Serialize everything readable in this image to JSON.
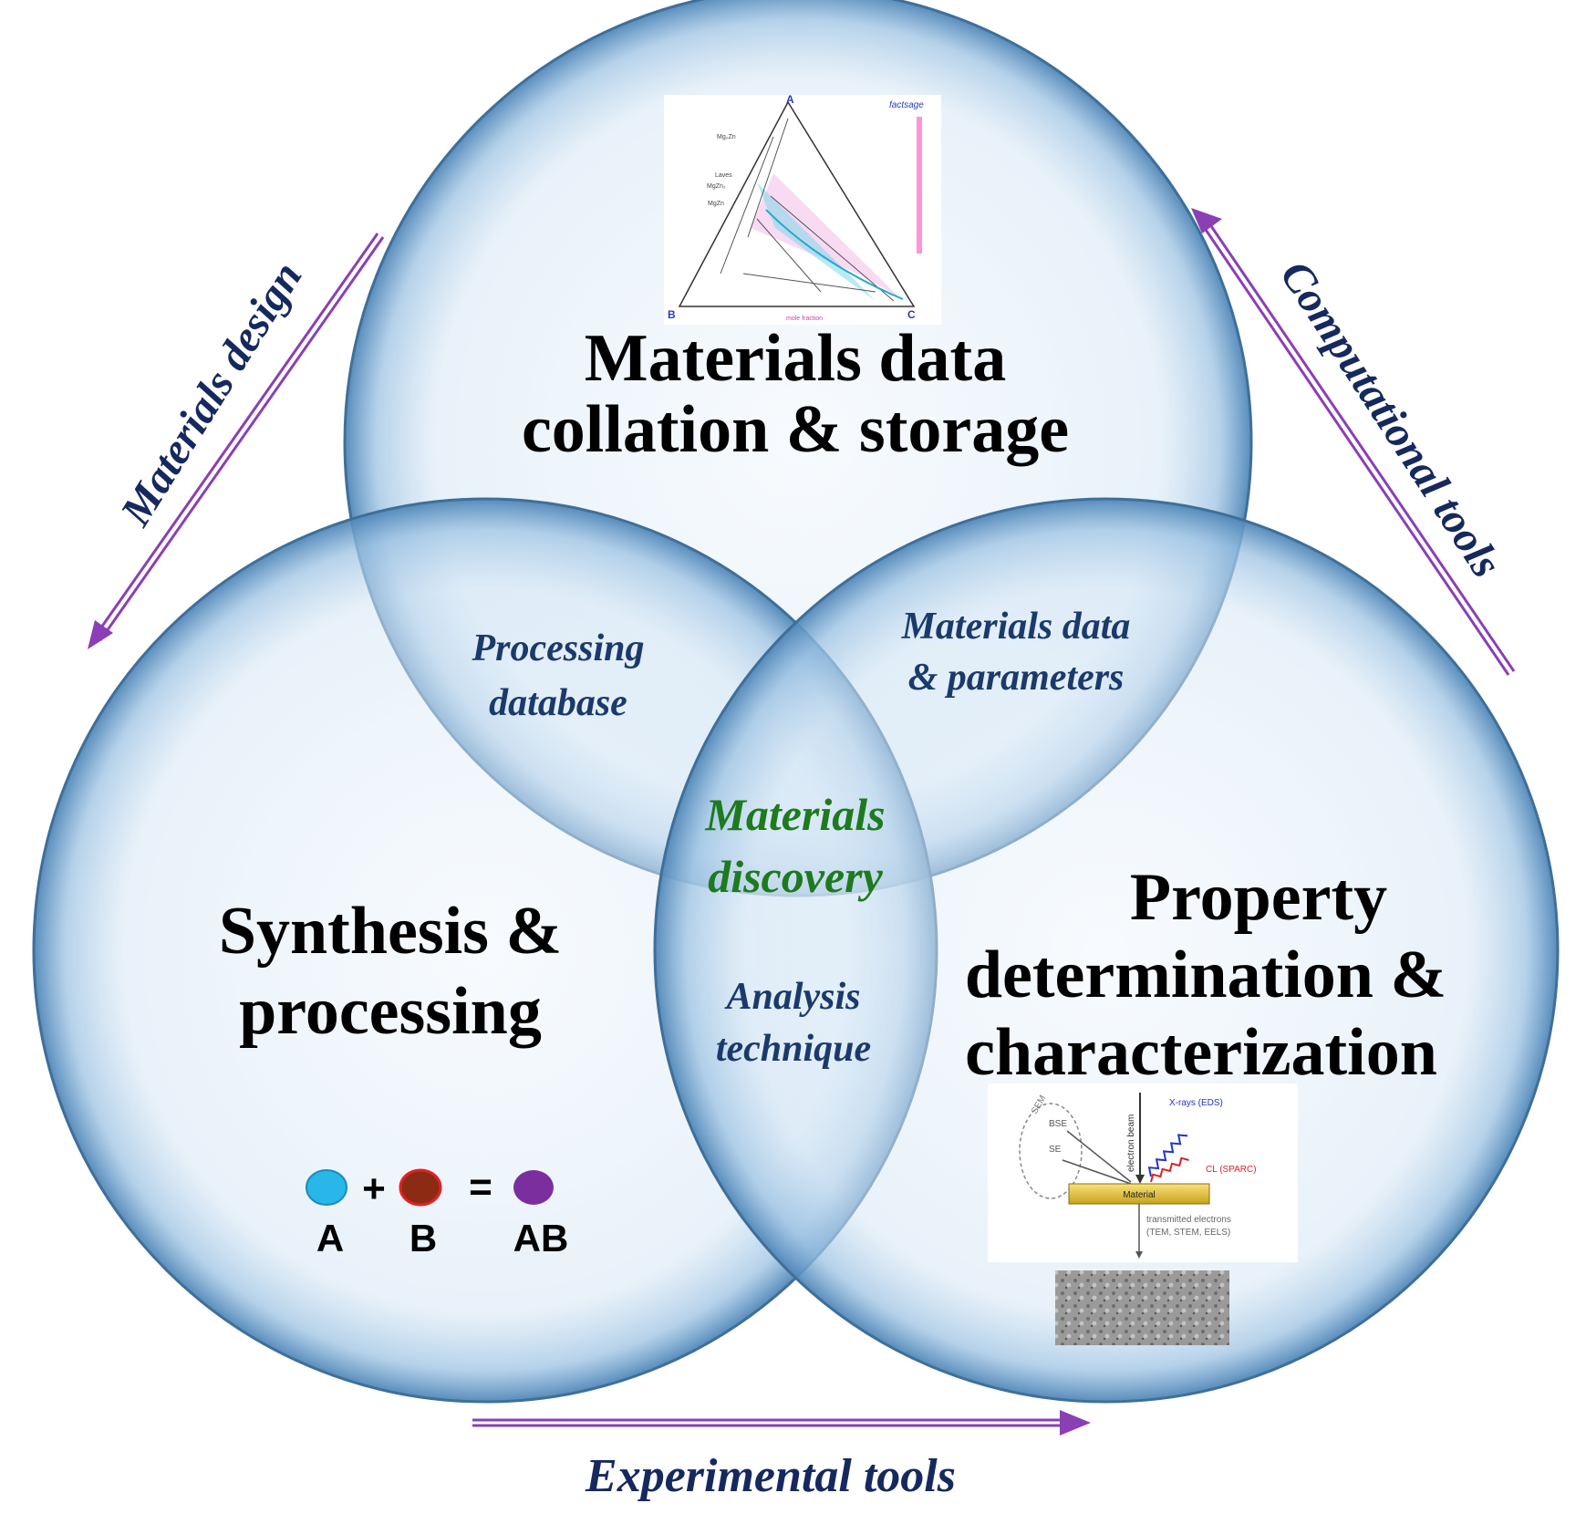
{
  "circles": {
    "top": {
      "title_lines": [
        "Materials data",
        "collation & storage"
      ]
    },
    "left": {
      "title_lines": [
        "Synthesis &",
        "processing"
      ]
    },
    "right": {
      "title_lines": [
        "Property",
        "determination &",
        "characterization"
      ]
    }
  },
  "overlaps": {
    "top_left": [
      "Processing",
      "database"
    ],
    "top_right": [
      "Materials data",
      "& parameters"
    ],
    "left_right": [
      "Analysis",
      "technique"
    ],
    "center": [
      "Materials",
      "discovery"
    ]
  },
  "arrows": {
    "left": "Materials design",
    "right": "Computational tools",
    "bottom": "Experimental tools"
  },
  "equation": {
    "labels": [
      "A",
      "B",
      "AB"
    ],
    "plus": "+",
    "equals": "="
  },
  "phase_diagram": {
    "corner_labels": [
      "A",
      "B",
      "C"
    ],
    "logo": "factsage",
    "phase_labels": [
      "Mg₂Zn",
      "Laves",
      "MgZn₂",
      "MgZn",
      "mole fraction"
    ]
  },
  "characterization_schematic": {
    "labels": [
      "SEM",
      "BSE",
      "SE",
      "electron beam",
      "X-rays (EDS)",
      "CL (SPARC)",
      "Material",
      "transmitted electrons",
      "(TEM, STEM, EELS)"
    ]
  },
  "colors": {
    "circle_fill": "#e4eff9",
    "circle_edge": "#3f6f99",
    "overlap_text": "#1b3a6b",
    "center_text": "#1e7a1e",
    "arrow": "#8a3fb5",
    "arrow_label": "#16295e",
    "particle_a": "#29b6e8",
    "particle_b": "#8b2b14",
    "particle_ab": "#7b2f9e"
  }
}
